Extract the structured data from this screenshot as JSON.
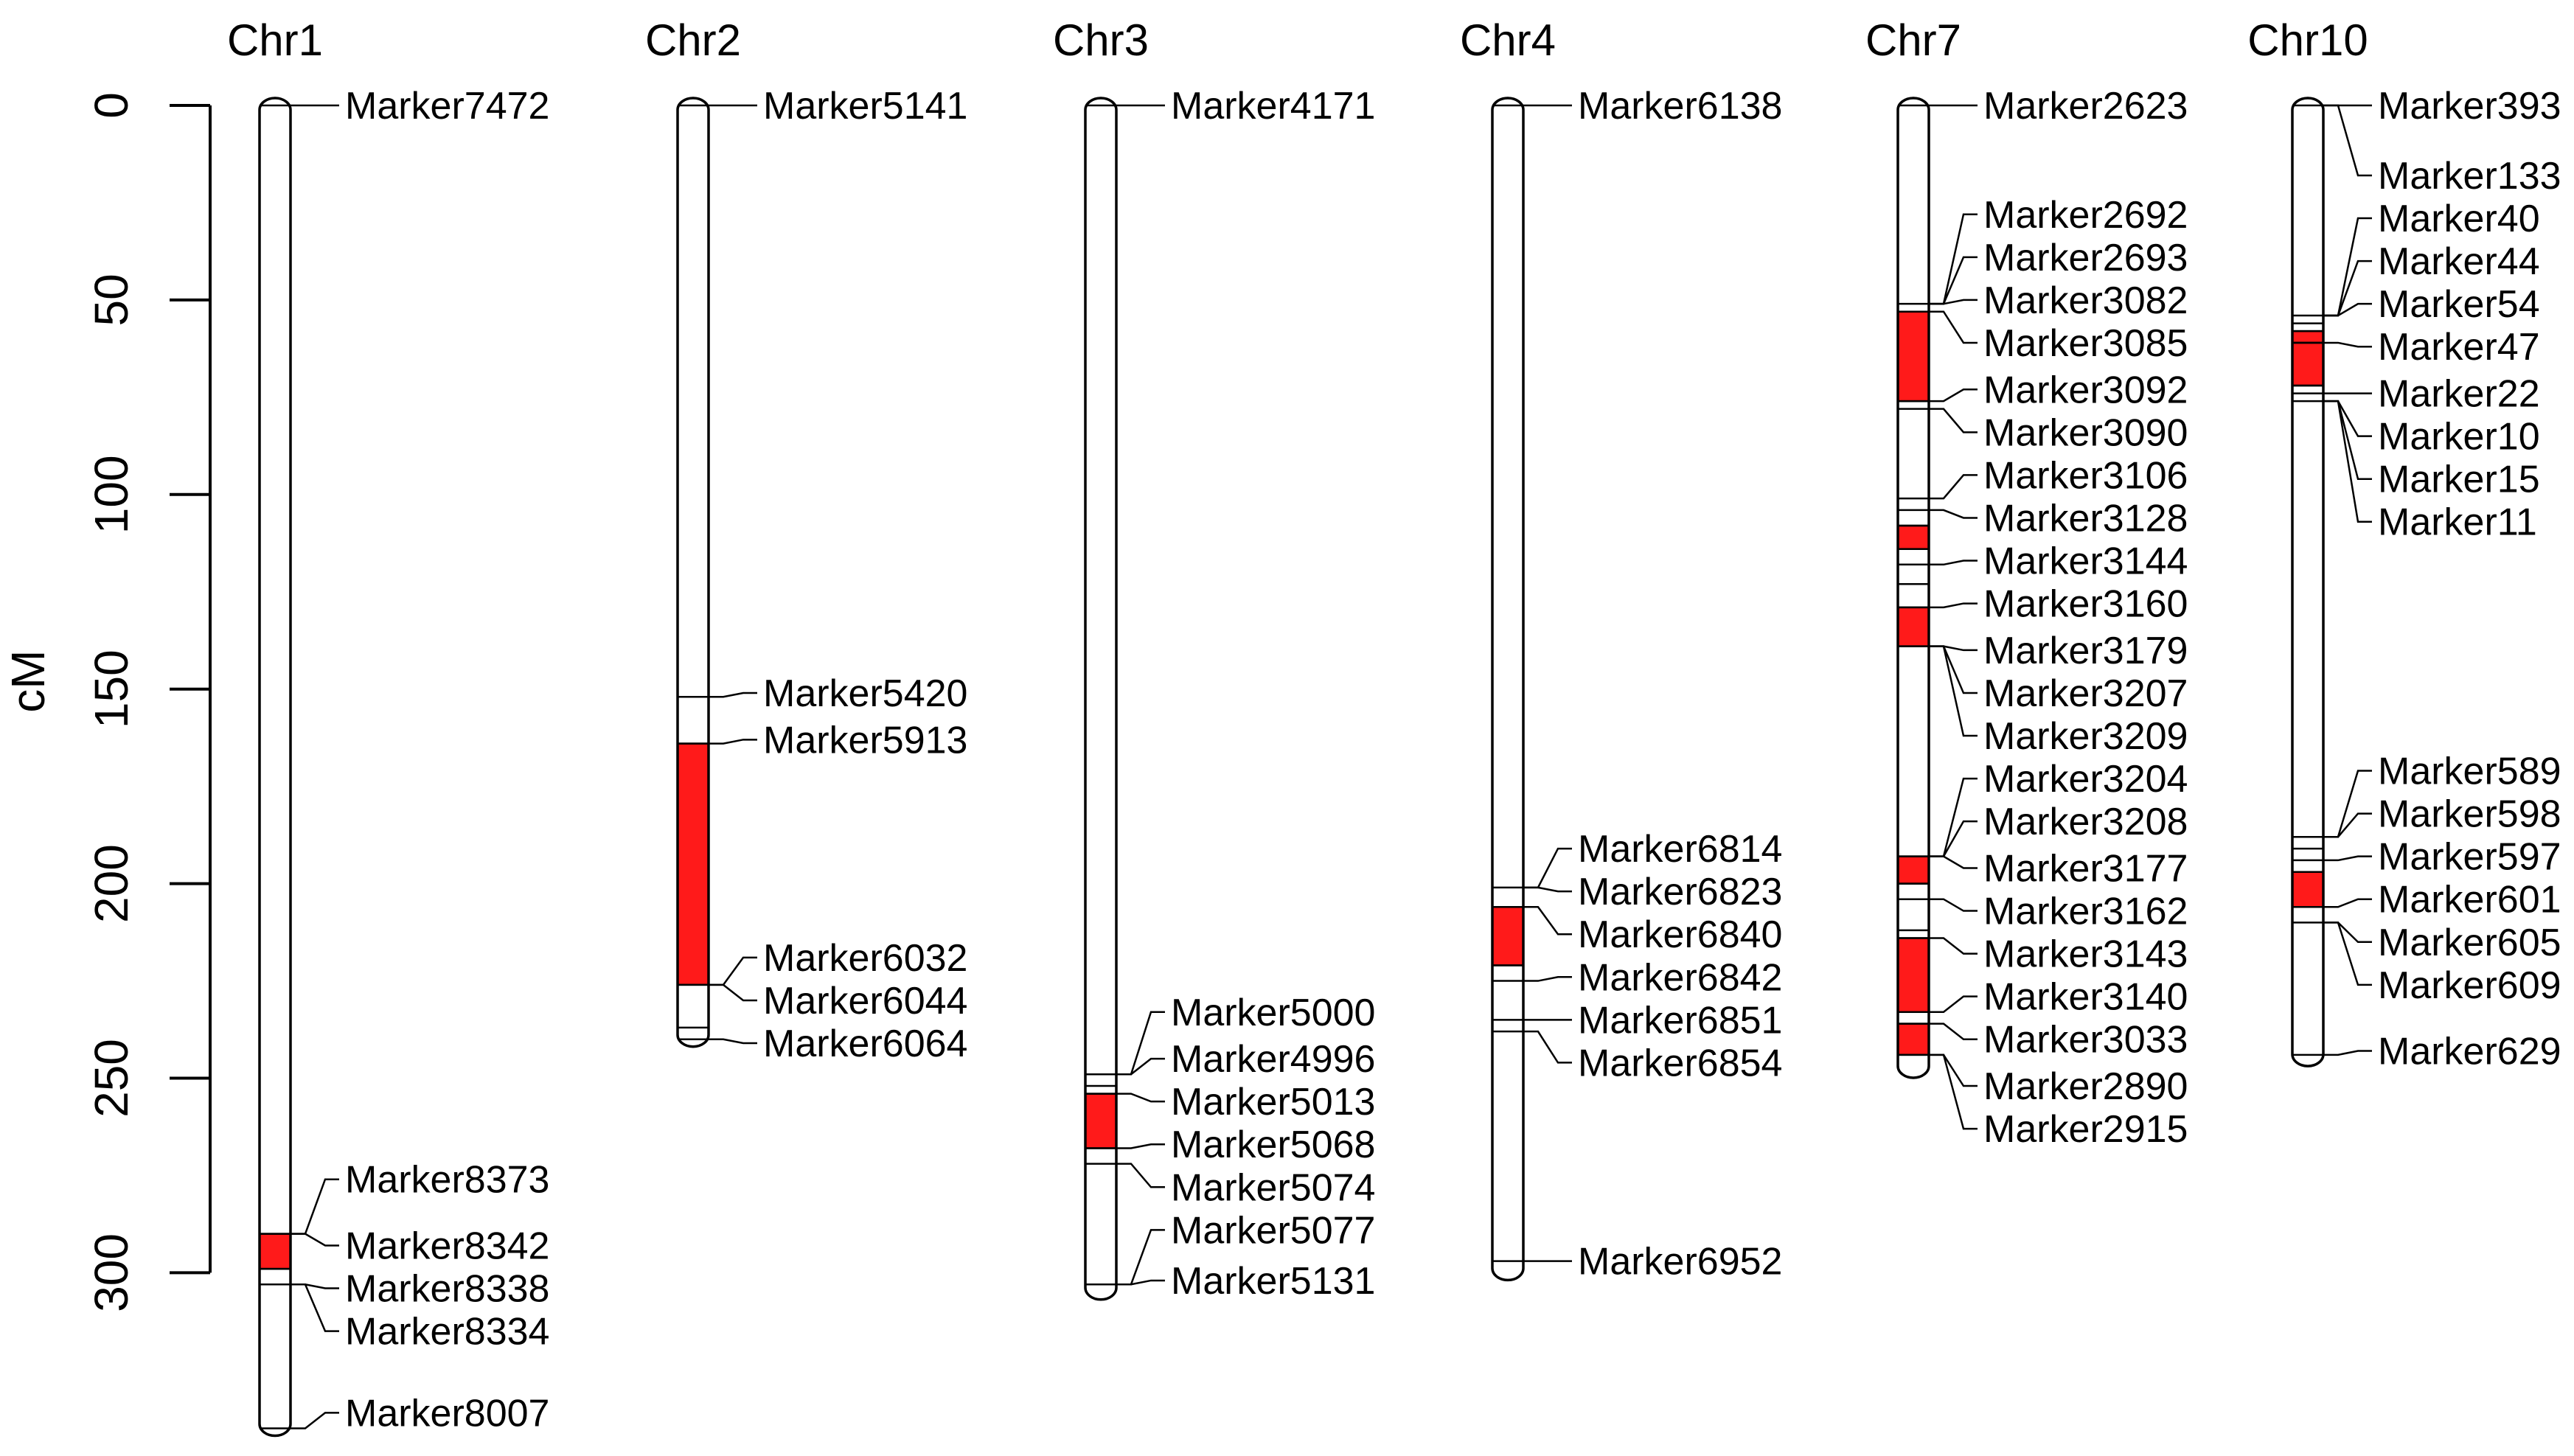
{
  "axis": {
    "label": "cM",
    "min": 0,
    "max": 300,
    "ticks": [
      0,
      50,
      100,
      150,
      200,
      250,
      300
    ]
  },
  "colors": {
    "qtl_fill": "#ff1a1a",
    "outline": "#000000",
    "background": "#ffffff"
  },
  "chromosomes": [
    {
      "name": "Chr1",
      "length": 340,
      "marker_positions": [
        0,
        290,
        299,
        303,
        340
      ],
      "qtl_regions": [
        {
          "start": 290,
          "end": 299
        }
      ],
      "labels": [
        {
          "text": "Marker7472",
          "pos": 0
        },
        {
          "text": "Marker8373",
          "pos": 276
        },
        {
          "text": "Marker8342",
          "pos": 293
        },
        {
          "text": "Marker8338",
          "pos": 304
        },
        {
          "text": "Marker8334",
          "pos": 315
        },
        {
          "text": "Marker8007",
          "pos": 336
        }
      ]
    },
    {
      "name": "Chr2",
      "length": 240,
      "marker_positions": [
        0,
        152,
        164,
        226,
        237,
        240
      ],
      "qtl_regions": [
        {
          "start": 164,
          "end": 226
        }
      ],
      "labels": [
        {
          "text": "Marker5141",
          "pos": 0
        },
        {
          "text": "Marker5420",
          "pos": 151
        },
        {
          "text": "Marker5913",
          "pos": 163
        },
        {
          "text": "Marker6032",
          "pos": 219
        },
        {
          "text": "Marker6044",
          "pos": 230
        },
        {
          "text": "Marker6064",
          "pos": 241
        }
      ]
    },
    {
      "name": "Chr3",
      "length": 305,
      "marker_positions": [
        0,
        249,
        252,
        254,
        268,
        272,
        303
      ],
      "qtl_regions": [
        {
          "start": 254,
          "end": 268
        }
      ],
      "labels": [
        {
          "text": "Marker4171",
          "pos": 0
        },
        {
          "text": "Marker5000",
          "pos": 233
        },
        {
          "text": "Marker4996",
          "pos": 245
        },
        {
          "text": "Marker5013",
          "pos": 256
        },
        {
          "text": "Marker5068",
          "pos": 267
        },
        {
          "text": "Marker5074",
          "pos": 278
        },
        {
          "text": "Marker5077",
          "pos": 289
        },
        {
          "text": "Marker5131",
          "pos": 302
        }
      ]
    },
    {
      "name": "Chr4",
      "length": 300,
      "marker_positions": [
        0,
        201,
        206,
        221,
        225,
        235,
        238,
        297
      ],
      "qtl_regions": [
        {
          "start": 206,
          "end": 221
        }
      ],
      "labels": [
        {
          "text": "Marker6138",
          "pos": 0
        },
        {
          "text": "Marker6814",
          "pos": 191
        },
        {
          "text": "Marker6823",
          "pos": 202
        },
        {
          "text": "Marker6840",
          "pos": 213
        },
        {
          "text": "Marker6842",
          "pos": 224
        },
        {
          "text": "Marker6851",
          "pos": 235
        },
        {
          "text": "Marker6854",
          "pos": 246
        },
        {
          "text": "Marker6952",
          "pos": 297
        }
      ]
    },
    {
      "name": "Chr7",
      "length": 248,
      "marker_positions": [
        0,
        51,
        53,
        76,
        78,
        101,
        104,
        108,
        114,
        118,
        123,
        129,
        139,
        193,
        200,
        204,
        212,
        214,
        233,
        236,
        244
      ],
      "qtl_regions": [
        {
          "start": 53,
          "end": 76
        },
        {
          "start": 108,
          "end": 114
        },
        {
          "start": 129,
          "end": 139
        },
        {
          "start": 193,
          "end": 200
        },
        {
          "start": 214,
          "end": 233
        },
        {
          "start": 236,
          "end": 244
        }
      ],
      "labels": [
        {
          "text": "Marker2623",
          "pos": 0
        },
        {
          "text": "Marker2692",
          "pos": 28
        },
        {
          "text": "Marker2693",
          "pos": 39
        },
        {
          "text": "Marker3082",
          "pos": 50
        },
        {
          "text": "Marker3085",
          "pos": 61
        },
        {
          "text": "Marker3092",
          "pos": 73
        },
        {
          "text": "Marker3090",
          "pos": 84
        },
        {
          "text": "Marker3106",
          "pos": 95
        },
        {
          "text": "Marker3128",
          "pos": 106
        },
        {
          "text": "Marker3144",
          "pos": 117
        },
        {
          "text": "Marker3160",
          "pos": 128
        },
        {
          "text": "Marker3179",
          "pos": 140
        },
        {
          "text": "Marker3207",
          "pos": 151
        },
        {
          "text": "Marker3209",
          "pos": 162
        },
        {
          "text": "Marker3204",
          "pos": 173
        },
        {
          "text": "Marker3208",
          "pos": 184
        },
        {
          "text": "Marker3177",
          "pos": 196
        },
        {
          "text": "Marker3162",
          "pos": 207
        },
        {
          "text": "Marker3143",
          "pos": 218
        },
        {
          "text": "Marker3140",
          "pos": 229
        },
        {
          "text": "Marker3033",
          "pos": 240
        },
        {
          "text": "Marker2890",
          "pos": 252
        },
        {
          "text": "Marker2915",
          "pos": 263
        }
      ]
    },
    {
      "name": "Chr10",
      "length": 245,
      "marker_positions": [
        0,
        54,
        56,
        58,
        61,
        72,
        74,
        76,
        188,
        191,
        194,
        197,
        206,
        210,
        244
      ],
      "qtl_regions": [
        {
          "start": 58,
          "end": 61
        },
        {
          "start": 61,
          "end": 72
        },
        {
          "start": 197,
          "end": 206
        }
      ],
      "labels": [
        {
          "text": "Marker393",
          "pos": 0
        },
        {
          "text": "Marker133",
          "pos": 18
        },
        {
          "text": "Marker40",
          "pos": 29
        },
        {
          "text": "Marker44",
          "pos": 40
        },
        {
          "text": "Marker54",
          "pos": 51
        },
        {
          "text": "Marker47",
          "pos": 62
        },
        {
          "text": "Marker22",
          "pos": 74
        },
        {
          "text": "Marker10",
          "pos": 85
        },
        {
          "text": "Marker15",
          "pos": 96
        },
        {
          "text": "Marker11",
          "pos": 107
        },
        {
          "text": "Marker589",
          "pos": 171
        },
        {
          "text": "Marker598",
          "pos": 182
        },
        {
          "text": "Marker597",
          "pos": 193
        },
        {
          "text": "Marker601",
          "pos": 204
        },
        {
          "text": "Marker605",
          "pos": 215
        },
        {
          "text": "Marker609",
          "pos": 226
        },
        {
          "text": "Marker629",
          "pos": 243
        }
      ]
    }
  ]
}
